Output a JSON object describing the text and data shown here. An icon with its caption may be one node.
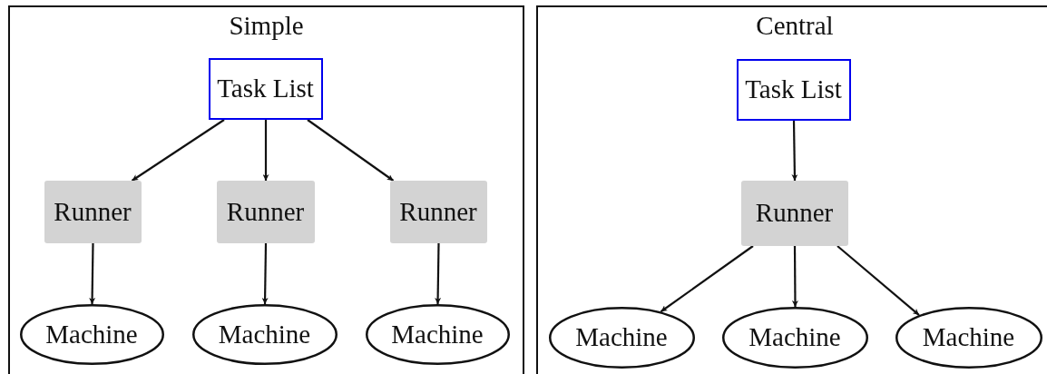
{
  "diagram": {
    "nodes": [
      {
        "text": [
          "Simple"
        ]
      },
      {
        "text": [
          "Task List"
        ],
        "in": 0
      },
      {
        "text": [
          "Runner"
        ],
        "in": 0
      },
      {
        "text": [
          "Runner"
        ],
        "in": 0
      },
      {
        "text": [
          "Runner"
        ],
        "in": 0
      },
      {
        "text": [
          "Machine"
        ],
        "in": 0
      },
      {
        "text": [
          "Machine"
        ],
        "in": 0
      },
      {
        "text": [
          "Machine"
        ],
        "in": 0
      },
      {
        "text": [
          "Central"
        ]
      },
      {
        "text": [
          "Task List"
        ],
        "in": 8
      },
      {
        "text": [
          "Runner"
        ],
        "in": 8
      },
      {
        "text": [
          "Machine"
        ],
        "in": 8
      },
      {
        "text": [
          "Machine"
        ],
        "in": 8
      },
      {
        "text": [
          "Machine"
        ],
        "in": 8
      }
    ],
    "edges": [
      {
        "from": 1,
        "to": 2,
        "arrow": "to"
      },
      {
        "from": 1,
        "to": 3,
        "arrow": "to"
      },
      {
        "from": 1,
        "to": 4,
        "arrow": "to"
      },
      {
        "from": 2,
        "to": 5,
        "arrow": "to"
      },
      {
        "from": 3,
        "to": 6,
        "arrow": "to"
      },
      {
        "from": 4,
        "to": 7,
        "arrow": "to"
      },
      {
        "from": 9,
        "to": 10,
        "arrow": "to"
      },
      {
        "from": 10,
        "to": 11,
        "arrow": "to"
      },
      {
        "from": 10,
        "to": 12,
        "arrow": "to"
      },
      {
        "from": 10,
        "to": 13,
        "arrow": "to"
      }
    ]
  }
}
